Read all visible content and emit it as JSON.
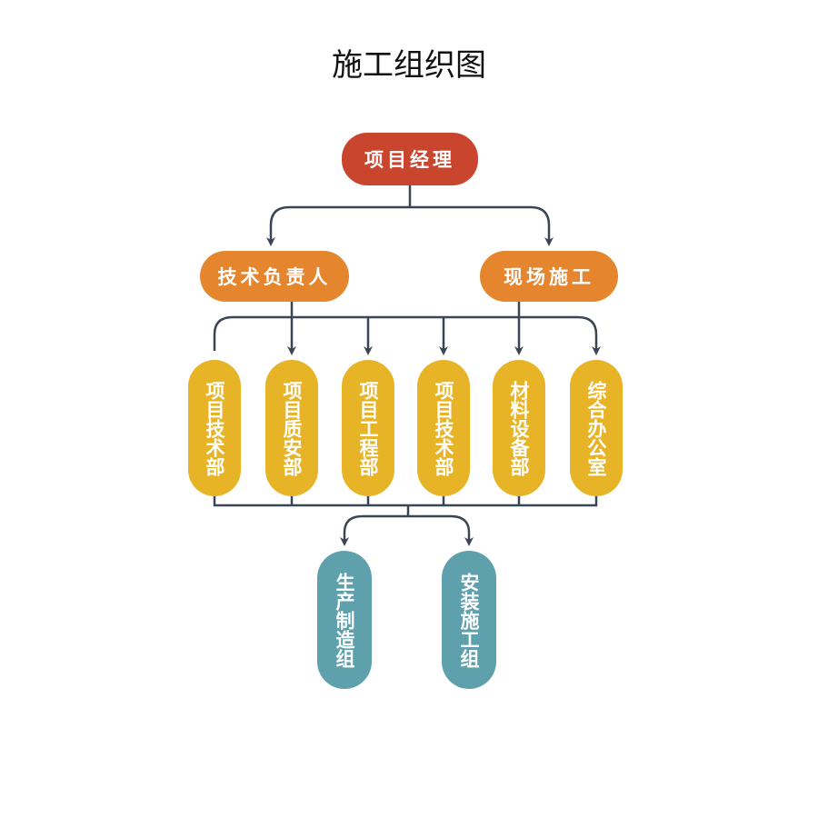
{
  "title": "施工组织图",
  "colors": {
    "manager": "#c9452e",
    "leads": "#e5862f",
    "departments": "#e8b427",
    "teams": "#5fa0ad",
    "connector": "#3b4654"
  },
  "nodes": {
    "manager": "项目经理",
    "tech_lead": "技术负责人",
    "site": "现场施工",
    "departments": [
      "项目技术部",
      "项目质安部",
      "项目工程部",
      "项目技术部",
      "材料设备部",
      "综合办公室"
    ],
    "teams": [
      "生产制造组",
      "安装施工组"
    ]
  }
}
